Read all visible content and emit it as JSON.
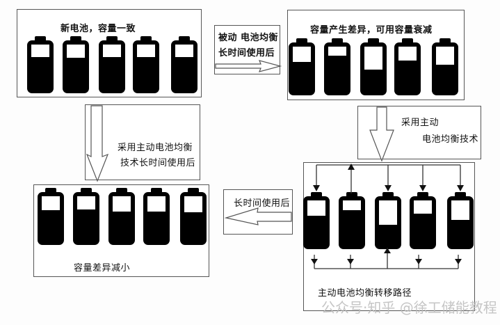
{
  "panels": {
    "new": {
      "title": "新电池，容量一致",
      "battery_fill": [
        0.72,
        0.71,
        0.72,
        0.72,
        0.72
      ]
    },
    "passive": {
      "title": "容量产生差异，可用容量衰减",
      "battery_fill": [
        0.66,
        0.8,
        0.48,
        0.68,
        0.6
      ]
    },
    "active": {
      "caption": "主动电池均衡转移路径",
      "battery_fill": [
        0.65,
        0.78,
        0.46,
        0.7,
        0.57
      ]
    },
    "result": {
      "caption": "容量差异减小",
      "battery_fill": [
        0.68,
        0.7,
        0.65,
        0.66,
        0.64
      ]
    }
  },
  "arrows": {
    "passive_line1": "被动 电池均衡",
    "passive_line2": "长时间使用后",
    "active_tech_line1": "采用主动",
    "active_tech_line2": "电池均衡技术",
    "active_longuse_line1": "采用主动电池均衡",
    "active_longuse_line2": "技术长时间使用后",
    "longuse": "长时间使用后"
  },
  "watermark": "公众号·知乎 @徐工储能教程"
}
